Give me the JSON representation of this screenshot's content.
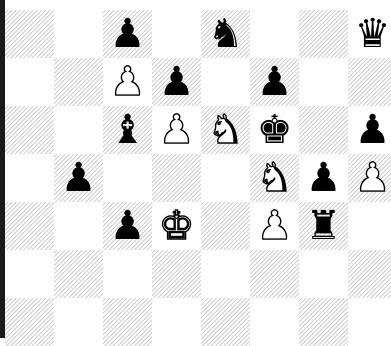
{
  "board": {
    "rows": [
      [
        "",
        "",
        "p",
        "",
        "n",
        "",
        "",
        "q"
      ],
      [
        "",
        "",
        "P",
        "p",
        "",
        "p",
        "",
        ""
      ],
      [
        "",
        "",
        "b",
        "P",
        "N",
        "k",
        "",
        "p"
      ],
      [
        "",
        "p",
        "",
        "",
        "",
        "N",
        "p",
        "P"
      ],
      [
        "",
        "",
        "p",
        "K",
        "",
        "P",
        "r",
        ""
      ],
      [
        "",
        "",
        "",
        "",
        "",
        "",
        "",
        ""
      ],
      [
        "",
        "",
        "",
        "",
        "",
        "",
        "",
        ""
      ]
    ]
  },
  "pieces": {
    "k": {
      "glyph": "♚",
      "name": "black-king-icon"
    },
    "q": {
      "glyph": "♛",
      "name": "black-queen-icon"
    },
    "r": {
      "glyph": "♜",
      "name": "black-rook-icon"
    },
    "b": {
      "glyph": "♝",
      "name": "black-bishop-icon"
    },
    "n": {
      "glyph": "♞",
      "name": "black-knight-icon"
    },
    "p": {
      "glyph": "♟",
      "name": "black-pawn-icon"
    },
    "K": {
      "glyph": "♚",
      "name": "white-king-icon"
    },
    "Q": {
      "glyph": "♛",
      "name": "white-queen-icon"
    },
    "R": {
      "glyph": "♜",
      "name": "white-rook-icon"
    },
    "B": {
      "glyph": "♝",
      "name": "white-bishop-icon"
    },
    "N": {
      "glyph": "♞",
      "name": "white-knight-icon"
    },
    "P": {
      "glyph": "♟",
      "name": "white-pawn-icon"
    }
  },
  "colors": {
    "light_square": "#ffffff",
    "dark_square_hatch": "#cfcfcf",
    "black_piece": "#000000",
    "white_piece_fill": "#ffffff",
    "border": "#1a1a1a"
  }
}
